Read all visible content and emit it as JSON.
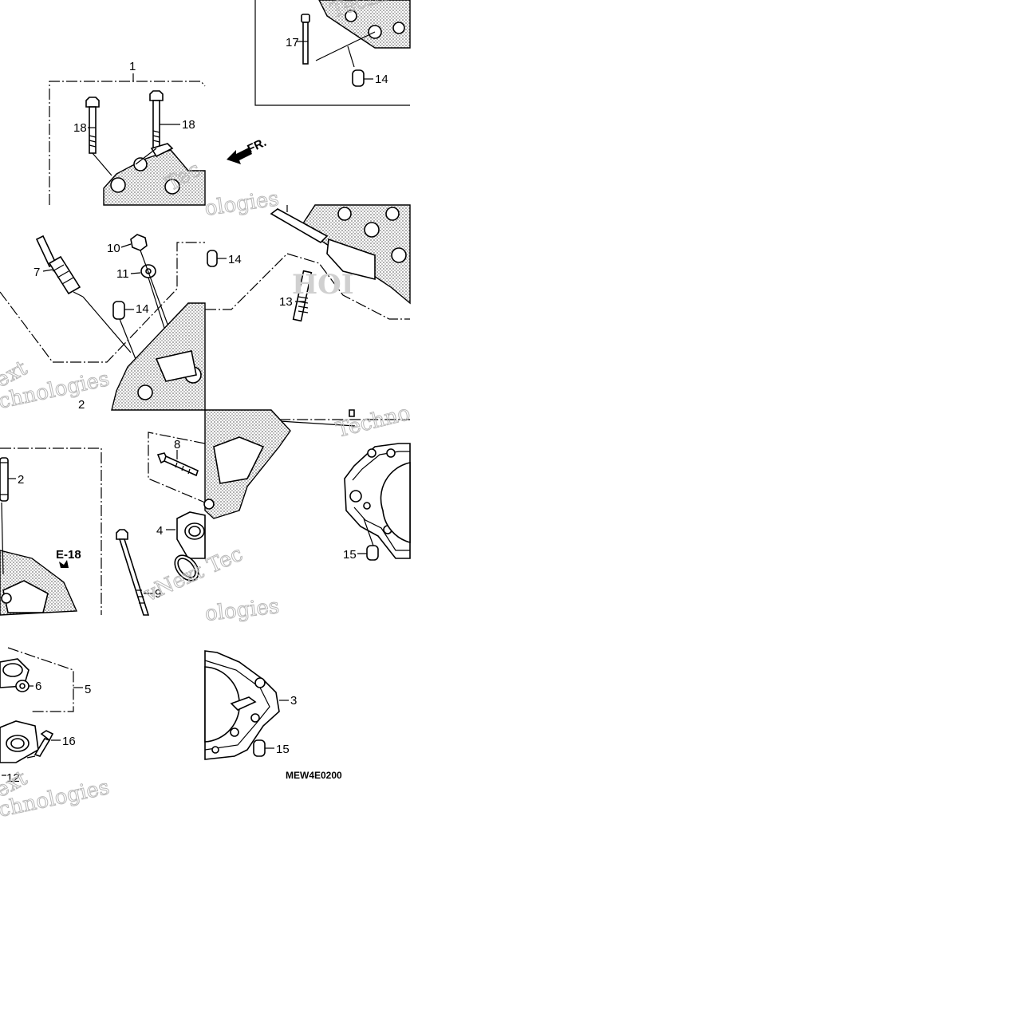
{
  "diagram": {
    "callouts": {
      "c1": "1",
      "c2a": "2",
      "c2b": "2",
      "c3": "3",
      "c4": "4",
      "c5": "5",
      "c6": "6",
      "c7": "7",
      "c8": "8",
      "c9": "9",
      "c10": "10",
      "c11": "11",
      "c12": "12",
      "c13": "13",
      "c14a": "14",
      "c14b": "14",
      "c14c": "14",
      "c15a": "15",
      "c15b": "15",
      "c16": "16",
      "c17": "17",
      "c18a": "18",
      "c18b": "18"
    },
    "direction_label": "FR.",
    "reference_label": "E-18",
    "diagram_code": "MEW4E0200",
    "watermarks": {
      "w1": "Techno",
      "w2": "Tec",
      "w3": "ologies",
      "w4": "ext",
      "w5": "chnologies",
      "w6": "Techno",
      "w7": "vNext Tec",
      "w8": "ologies",
      "w9": "ext",
      "w10": "chnologies"
    }
  }
}
